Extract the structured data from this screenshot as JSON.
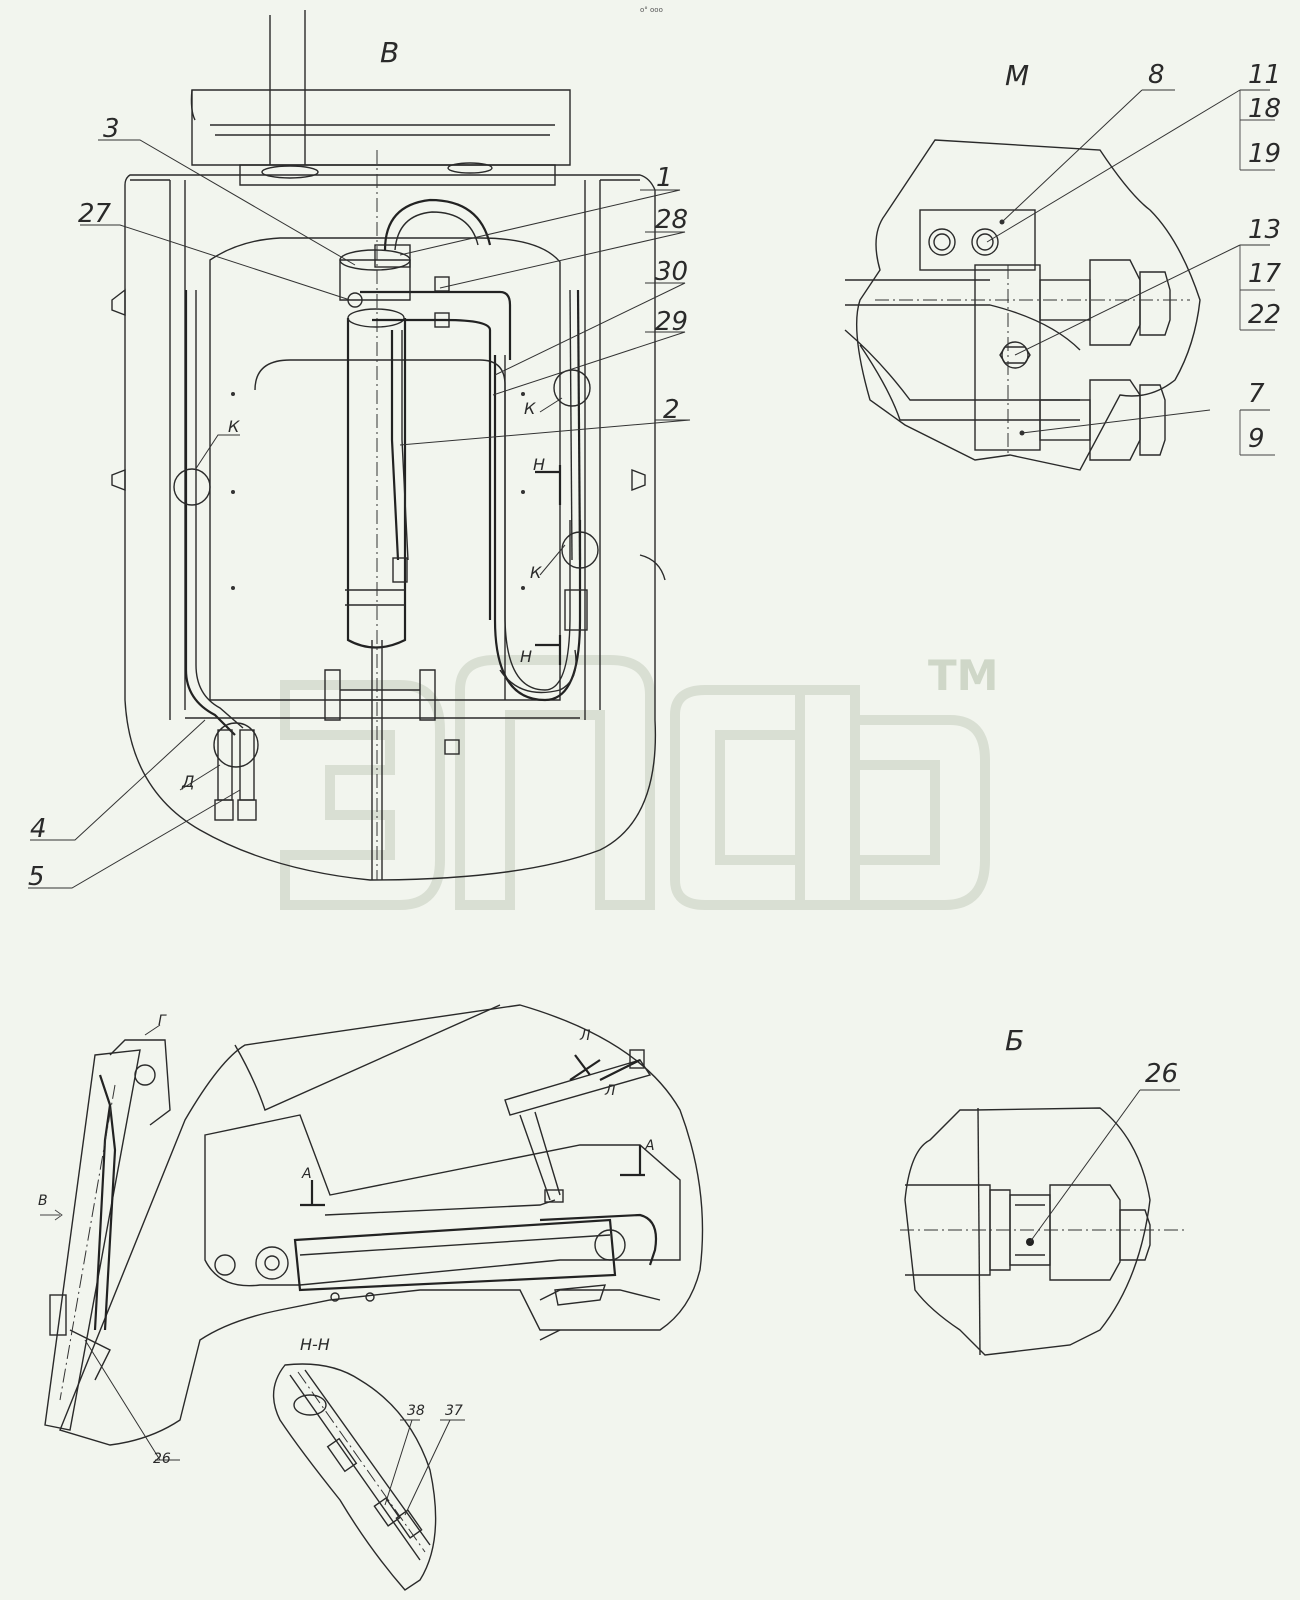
{
  "top_marker": "о° ооо",
  "watermark": {
    "tm": "TM"
  },
  "view_labels": {
    "main": "В",
    "detail_m": "М",
    "detail_b": "Б",
    "section_hh": "Н-Н"
  },
  "main_callouts": [
    "1",
    "2",
    "3",
    "4",
    "5",
    "27",
    "28",
    "29",
    "30"
  ],
  "main_marks": {
    "k1": "К",
    "k2": "К",
    "k3": "К",
    "h1": "Н",
    "h2": "Н",
    "d": "Д"
  },
  "detail_m_callouts": [
    "8",
    "11",
    "18",
    "19",
    "13",
    "17",
    "22",
    "7",
    "9"
  ],
  "detail_b_callouts": [
    "26"
  ],
  "side_view": {
    "g": "Г",
    "v_arrow": "В",
    "a1": "А",
    "a2": "А",
    "l1": "Л",
    "l2": "Л",
    "callout_26": "26",
    "callout_37": "37",
    "callout_38": "38"
  }
}
